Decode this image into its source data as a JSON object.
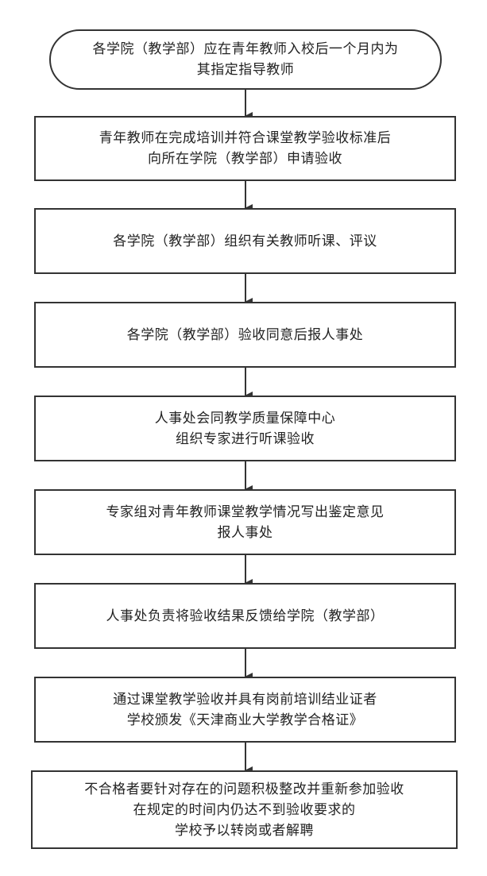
{
  "flow": {
    "steps": [
      {
        "lines": [
          "各学院（教学部）应在青年教师入校后一个月内为",
          "其指定指导教师"
        ]
      },
      {
        "lines": [
          "青年教师在完成培训并符合课堂教学验收标准后",
          "向所在学院（教学部）申请验收"
        ]
      },
      {
        "lines": [
          "各学院（教学部）组织有关教师听课、评议"
        ]
      },
      {
        "lines": [
          "各学院（教学部）验收同意后报人事处"
        ]
      },
      {
        "lines": [
          "人事处会同教学质量保障中心",
          "组织专家进行听课验收"
        ]
      },
      {
        "lines": [
          "专家组对青年教师课堂教学情况写出鉴定意见",
          "报人事处"
        ]
      },
      {
        "lines": [
          "人事处负责将验收结果反馈给学院（教学部）"
        ]
      },
      {
        "lines": [
          "通过课堂教学验收并具有岗前培训结业证者",
          "学校颁发《天津商业大学教学合格证》"
        ]
      },
      {
        "lines": [
          "不合格者要针对存在的问题积极整改并重新参加验收",
          "在规定的时间内仍达不到验收要求的",
          "学校予以转岗或者解聘"
        ]
      }
    ]
  }
}
